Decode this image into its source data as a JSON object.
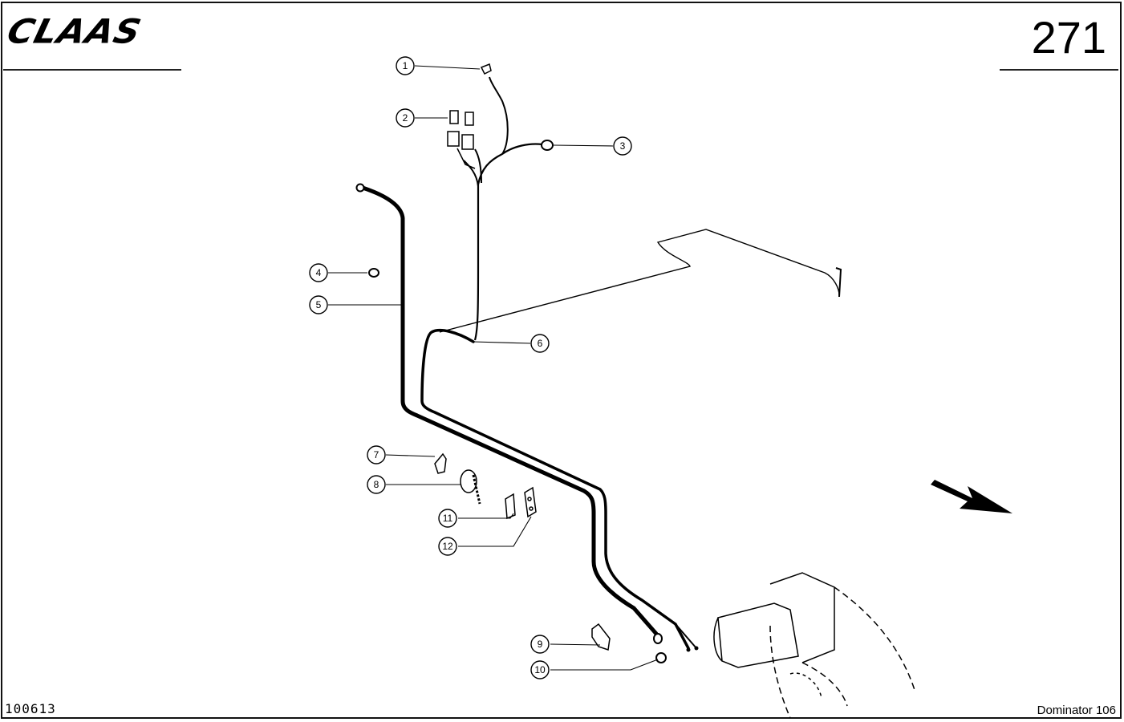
{
  "header": {
    "brand_logo": "CLAAS",
    "page_number": "271"
  },
  "footer": {
    "drawing_number": "100613",
    "model": "Dominator 106"
  },
  "callouts": [
    "1",
    "2",
    "3",
    "4",
    "5",
    "6",
    "7",
    "8",
    "9",
    "10",
    "11",
    "12"
  ]
}
